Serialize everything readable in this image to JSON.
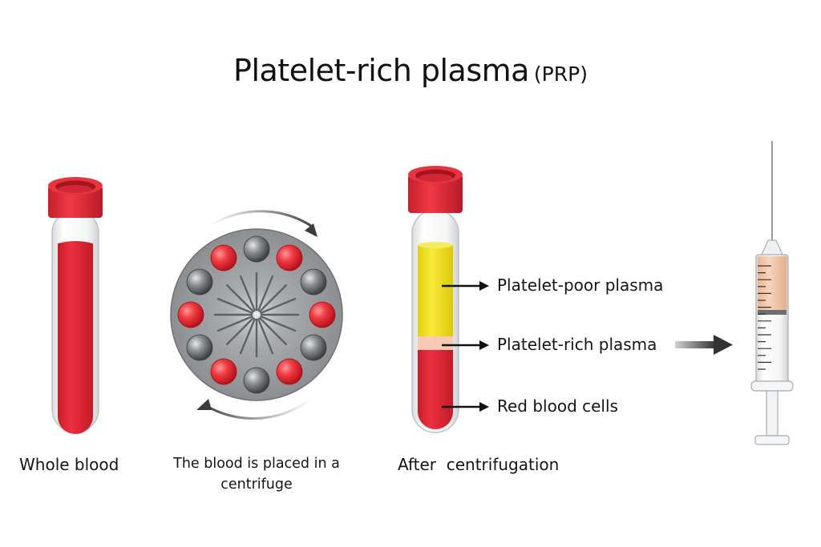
{
  "title": {
    "main": "Platelet-rich plasma",
    "abbr": "(PRP)"
  },
  "steps": {
    "whole_blood": "Whole blood",
    "centrifuge": "The blood is placed in a centrifuge",
    "after": "After  centrifugation"
  },
  "layers": {
    "platelet_poor": "Platelet-poor plasma",
    "platelet_rich": "Platelet-rich plasma",
    "red_cells": "Red blood cells"
  },
  "colors": {
    "tube_cap": "#e0303c",
    "blood": "#e02a38",
    "plasma_poor": "#f2e21e",
    "plasma_rich": "#f8c9b5",
    "rotor": "#8f9194",
    "sample_red": "#f23a40",
    "sample_grey": "#7d7f82",
    "syringe_fill": "#f3c6a8"
  },
  "icons": {
    "rotation": "curved-arrow-icon",
    "pointer": "arrow-right-icon",
    "transfer": "thick-arrow-icon"
  }
}
